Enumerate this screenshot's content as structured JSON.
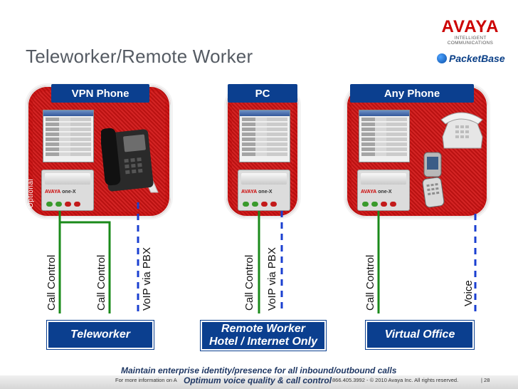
{
  "brand": {
    "logo_text": "AVAYA",
    "tagline": "INTELLIGENT COMMUNICATIONS",
    "partner": "PacketBase"
  },
  "slide": {
    "title": "Teleworker/Remote Worker"
  },
  "panels": [
    {
      "header": "VPN Phone"
    },
    {
      "header": "PC"
    },
    {
      "header": "Any Phone"
    }
  ],
  "optional_label": "Optional",
  "onex_brand": {
    "avaya": "AVAYA",
    "onex": "one-X"
  },
  "connections": {
    "cc1": "Call Control",
    "cc2": "Call Control",
    "voip1": "VoIP via PBX",
    "cc3": "Call Control",
    "voip2": "VoIP via PBX",
    "cc4": "Call Control",
    "voice": "Voice"
  },
  "boxes": {
    "teleworker": "Teleworker",
    "remote_line1": "Remote Worker",
    "remote_line2": "Hotel / Internet Only",
    "virtual_office": "Virtual Office"
  },
  "footer": {
    "line1": "Maintain enterprise identity/presence for all inbound/outbound calls",
    "line2": "Optimum voice quality & call control",
    "more_info": "For more information on A",
    "phone": "866.405.3992",
    "copyright": "-  © 2010 Avaya Inc. All rights reserved.",
    "page": "|  28"
  },
  "colors": {
    "brand_red": "#cc0000",
    "header_blue": "#0b3f8f",
    "call_control_green": "#1a8a1a",
    "voip_blue": "#1a3fd0"
  }
}
